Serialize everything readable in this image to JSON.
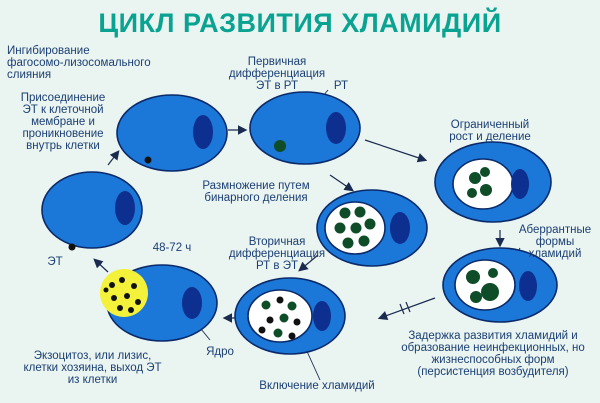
{
  "title": "ЦИКЛ РАЗВИТИЯ ХЛАМИДИЙ",
  "labels": {
    "inhibition": "Ингибирование\nфагосомо-лизосомального\nслияния",
    "attachment": "Присоединение\nЭТ к клеточной\nмембране и\nпроникновение\nвнутрь клетки",
    "primary_diff": "Первичная\nдифференциация\nЭТ в РТ",
    "rt": "РТ",
    "limited_growth": "Ограниченный\nрост и деление",
    "binary_fission": "Размножение путем\nбинарного деления",
    "aberrant": "Аберрантные\nформы\nхламидий",
    "time": "48-72 ч",
    "secondary_diff": "Вторичная\nдифференциация\nРТ в ЭТ",
    "et": "ЭТ",
    "nucleus": "Ядро",
    "exocytosis": "Экзоцитоз, или лизис,\nклетки хозяина, выход ЭТ\nиз клетки",
    "inclusion": "Включение хламидий",
    "persistence": "Задержка развития хламидий и\nобразование неинфекционных, но\nжизнеспособных форм\n(персистенция возбудителя)"
  },
  "colors": {
    "title": "#0aa391",
    "label_text": "#1b3f73",
    "cell_fill": "#1c78d8",
    "cell_outline": "#0a2a6a",
    "nucleus": "#0d2f8f",
    "inclusion_fill": "#ffffff",
    "reticulate_body": "#0e4d28",
    "lysed_cell": "#f4f13a"
  }
}
